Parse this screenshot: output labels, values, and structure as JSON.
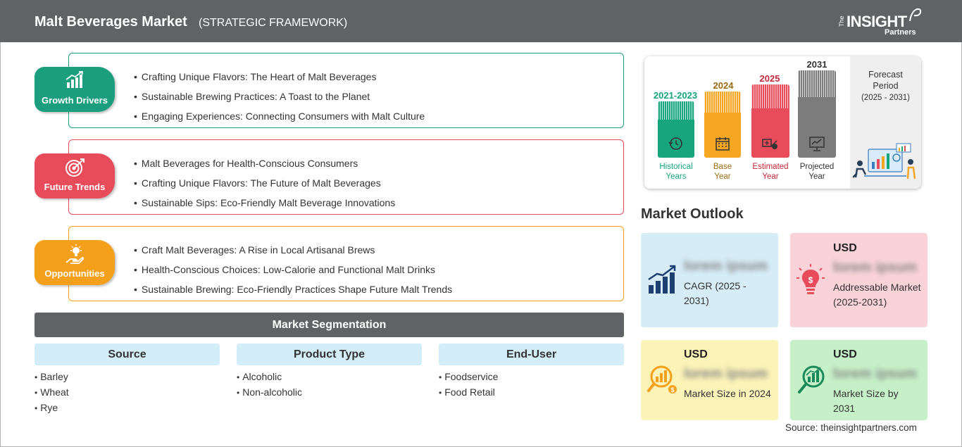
{
  "header": {
    "title": "Malt Beverages Market",
    "subtitle": "(STRATEGIC FRAMEWORK)",
    "logo_the": "The",
    "logo_main": "INSIGHT",
    "logo_partners": "Partners"
  },
  "framework": [
    {
      "label": "Growth Drivers",
      "color": "#1a9e7e",
      "icon": "growth-chart-icon",
      "items": [
        "Crafting Unique Flavors: The Heart of Malt Beverages",
        "Sustainable Brewing Practices: A Toast to the Planet",
        "Engaging Experiences: Connecting Consumers with Malt Culture"
      ]
    },
    {
      "label": "Future Trends",
      "color": "#e84b5a",
      "icon": "target-icon",
      "items": [
        "Malt Beverages for Health-Conscious Consumers",
        "Crafting Unique Flavors: The Future of Malt Beverages",
        "Sustainable Sips: Eco-Friendly Malt Beverage Innovations"
      ]
    },
    {
      "label": "Opportunities",
      "color": "#f5a01a",
      "icon": "idea-hand-icon",
      "items": [
        "Craft Malt Beverages: A Rise in Local Artisanal Brews",
        "Health-Conscious Choices: Low-Calorie and Functional Malt Drinks",
        "Sustainable Brewing: Eco-Friendly Practices Shape Future Malt Trends"
      ]
    }
  ],
  "segmentation": {
    "title": "Market Segmentation",
    "columns": [
      {
        "heading": "Source",
        "items": [
          "Barley",
          "Wheat",
          "Rye"
        ]
      },
      {
        "heading": "Product Type",
        "items": [
          "Alcoholic",
          "Non-alcoholic"
        ]
      },
      {
        "heading": "End-User",
        "items": [
          "Foodservice",
          "Food Retail"
        ]
      }
    ]
  },
  "timeline": {
    "periods": [
      {
        "year": "2021-2023",
        "caption_1": "Historical",
        "caption_2": "Years",
        "color": "#17a67c",
        "icon": "history-icon"
      },
      {
        "year": "2024",
        "caption_1": "Base",
        "caption_2": "Year",
        "color": "#f5a623",
        "icon": "calendar-icon"
      },
      {
        "year": "2025",
        "caption_1": "Estimated",
        "caption_2": "Year",
        "color": "#e84b5a",
        "icon": "estimate-icon"
      },
      {
        "year": "2031",
        "caption_1": "Projected",
        "caption_2": "Year",
        "color": "#7c7c7c",
        "icon": "projection-icon"
      }
    ],
    "forecast_label_1": "Forecast",
    "forecast_label_2": "Period",
    "forecast_range": "(2025 - 2031)"
  },
  "outlook": {
    "title": "Market Outlook",
    "cards": [
      {
        "usd": "",
        "value": "lorem ipsum",
        "desc": "CAGR (2025 - 2031)",
        "bg": "#d6ecf6",
        "icon": "growth-bars-icon"
      },
      {
        "usd": "USD",
        "value": "lorem ipsum",
        "desc": "Addressable Market (2025-2031)",
        "bg": "#f9d3d8",
        "icon": "lightbulb-dollar-icon"
      },
      {
        "usd": "USD",
        "value": "lorem ipsum",
        "desc": "Market Size in 2024",
        "bg": "#fbf3b8",
        "icon": "magnifier-chart-icon"
      },
      {
        "usd": "USD",
        "value": "lorem ipsum",
        "desc": "Market Size by 2031",
        "bg": "#c6f1c8",
        "icon": "magnifier-growth-icon"
      }
    ]
  },
  "source": "Source: theinsightpartners.com"
}
